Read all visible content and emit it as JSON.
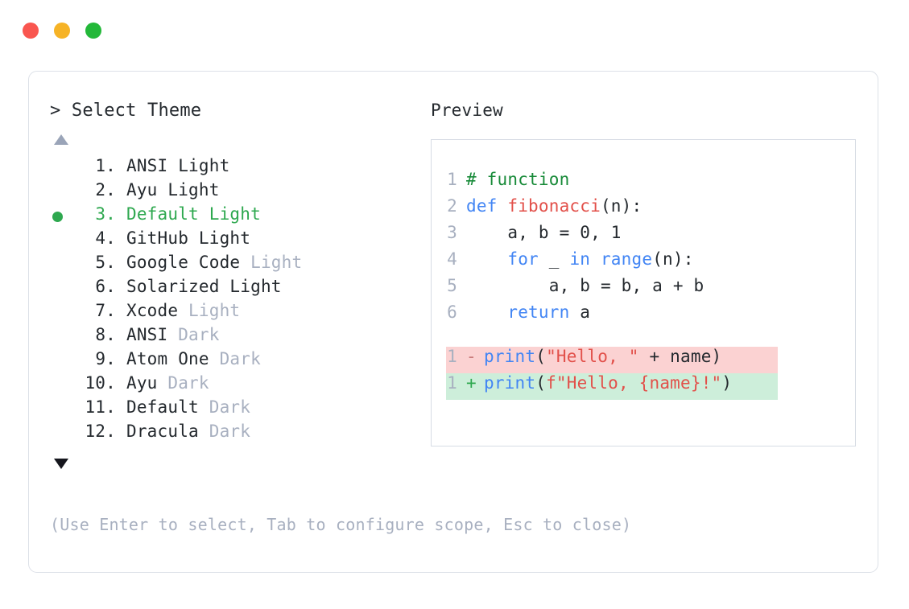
{
  "window": {
    "traffic_lights": [
      {
        "name": "close",
        "color": "#f9564f"
      },
      {
        "name": "minimize",
        "color": "#f6b326"
      },
      {
        "name": "maximize",
        "color": "#23b839"
      }
    ]
  },
  "left_panel": {
    "prompt": "> Select Theme",
    "scroll_up_icon": "triangle-up-icon",
    "scroll_down_icon": "triangle-down-icon",
    "items": [
      {
        "index": "1.",
        "name": "ANSI",
        "suffix": "Light",
        "suffix_muted": false,
        "selected": false
      },
      {
        "index": "2.",
        "name": "Ayu",
        "suffix": "Light",
        "suffix_muted": false,
        "selected": false
      },
      {
        "index": "3.",
        "name": "Default",
        "suffix": "Light",
        "suffix_muted": false,
        "selected": true
      },
      {
        "index": "4.",
        "name": "GitHub",
        "suffix": "Light",
        "suffix_muted": false,
        "selected": false
      },
      {
        "index": "5.",
        "name": "Google Code",
        "suffix": "Light",
        "suffix_muted": true,
        "selected": false
      },
      {
        "index": "6.",
        "name": "Solarized",
        "suffix": "Light",
        "suffix_muted": false,
        "selected": false
      },
      {
        "index": "7.",
        "name": "Xcode",
        "suffix": "Light",
        "suffix_muted": true,
        "selected": false
      },
      {
        "index": "8.",
        "name": "ANSI",
        "suffix": "Dark",
        "suffix_muted": true,
        "selected": false
      },
      {
        "index": "9.",
        "name": "Atom One",
        "suffix": "Dark",
        "suffix_muted": true,
        "selected": false
      },
      {
        "index": "10.",
        "name": "Ayu",
        "suffix": "Dark",
        "suffix_muted": true,
        "selected": false
      },
      {
        "index": "11.",
        "name": "Default",
        "suffix": "Dark",
        "suffix_muted": true,
        "selected": false
      },
      {
        "index": "12.",
        "name": "Dracula",
        "suffix": "Dark",
        "suffix_muted": true,
        "selected": false
      }
    ],
    "footer_hint": "(Use Enter to select, Tab to configure scope, Esc to close)"
  },
  "right_panel": {
    "label": "Preview",
    "code_lines": [
      {
        "n": "1",
        "tokens": [
          {
            "t": "# function",
            "c": "comment"
          }
        ]
      },
      {
        "n": "2",
        "tokens": [
          {
            "t": "def ",
            "c": "kw"
          },
          {
            "t": "fibonacci",
            "c": "fn"
          },
          {
            "t": "(n):",
            "c": "plain"
          }
        ]
      },
      {
        "n": "3",
        "tokens": [
          {
            "t": "    a, b = 0, 1",
            "c": "plain"
          }
        ]
      },
      {
        "n": "4",
        "tokens": [
          {
            "t": "    ",
            "c": "plain"
          },
          {
            "t": "for ",
            "c": "kw"
          },
          {
            "t": "_ ",
            "c": "plain"
          },
          {
            "t": "in ",
            "c": "kw"
          },
          {
            "t": "range",
            "c": "builtin"
          },
          {
            "t": "(n):",
            "c": "plain"
          }
        ]
      },
      {
        "n": "5",
        "tokens": [
          {
            "t": "        a, b = b, a + b",
            "c": "plain"
          }
        ]
      },
      {
        "n": "6",
        "tokens": [
          {
            "t": "    ",
            "c": "plain"
          },
          {
            "t": "return ",
            "c": "kw"
          },
          {
            "t": "a",
            "c": "plain"
          }
        ]
      }
    ],
    "diff_lines": [
      {
        "n": "1",
        "sign": "-",
        "kind": "del",
        "tokens": [
          {
            "t": "print",
            "c": "builtin"
          },
          {
            "t": "(",
            "c": "plain"
          },
          {
            "t": "\"Hello, \"",
            "c": "str"
          },
          {
            "t": " + name)",
            "c": "plain"
          }
        ]
      },
      {
        "n": "1",
        "sign": "+",
        "kind": "add",
        "tokens": [
          {
            "t": "print",
            "c": "builtin"
          },
          {
            "t": "(",
            "c": "plain"
          },
          {
            "t": "f\"Hello, {name}!\"",
            "c": "str"
          },
          {
            "t": ")",
            "c": "plain"
          }
        ]
      }
    ]
  },
  "colors": {
    "text": "#24292e",
    "muted": "#a8b0c0",
    "accent_green": "#2ea84f",
    "keyword_blue": "#4285f4",
    "string_red": "#e2504a",
    "comment_green": "#178a38",
    "diff_del_bg": "#fbd2d2",
    "diff_add_bg": "#cdeeda",
    "card_border": "#dde1e8"
  }
}
